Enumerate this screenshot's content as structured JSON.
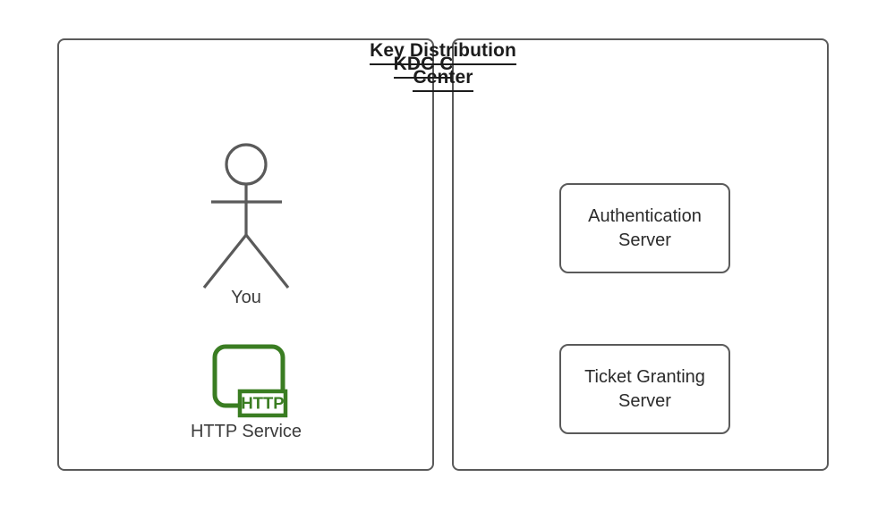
{
  "diagram": {
    "background": "#ffffff",
    "stroke_color": "#5a5a5a",
    "text_color": "#2b2b2b",
    "title_color": "#1c1c1c",
    "accent_green": "#3a7d22"
  },
  "panels": [
    {
      "id": "client",
      "title_lines": [
        "KDC Client"
      ],
      "nodes": [
        {
          "id": "you",
          "label": "You",
          "icon": "stick-figure-actor-icon"
        },
        {
          "id": "http-service",
          "label": "HTTP Service",
          "icon": "http-service-icon",
          "badge": "HTTP"
        }
      ]
    },
    {
      "id": "kdc",
      "title_lines": [
        "Key Distribution",
        "Center"
      ],
      "nodes": [
        {
          "id": "authentication-server",
          "label_lines": [
            "Authentication",
            "Server"
          ]
        },
        {
          "id": "ticket-granting-server",
          "label_lines": [
            "Ticket Granting",
            "Server"
          ]
        }
      ]
    }
  ]
}
